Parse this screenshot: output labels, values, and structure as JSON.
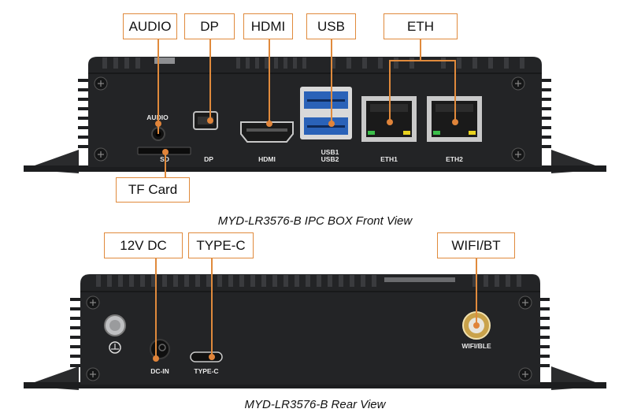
{
  "front_view": {
    "caption": "MYD-LR3576-B IPC BOX Front View",
    "callouts": {
      "audio": "AUDIO",
      "dp": "DP",
      "hdmi": "HDMI",
      "usb": "USB",
      "eth": "ETH",
      "tf_card": "TF Card"
    },
    "panel_labels": {
      "audio": "AUDIO",
      "sd": "SD",
      "dp": "DP",
      "hdmi": "HDMI",
      "usb1": "USB1",
      "usb2": "USB2",
      "eth1": "ETH1",
      "eth2": "ETH2"
    }
  },
  "rear_view": {
    "caption": "MYD-LR3576-B Rear View",
    "callouts": {
      "dc": "12V DC",
      "typec": "TYPE-C",
      "wifi": "WIFI/BT"
    },
    "panel_labels": {
      "dcin": "DC-IN",
      "typec": "TYPE-C",
      "wifi": "WIFI/BLE"
    }
  },
  "colors": {
    "accent": "#e08a3c",
    "chassis": "#232426",
    "usb_blue": "#2a62b8"
  }
}
